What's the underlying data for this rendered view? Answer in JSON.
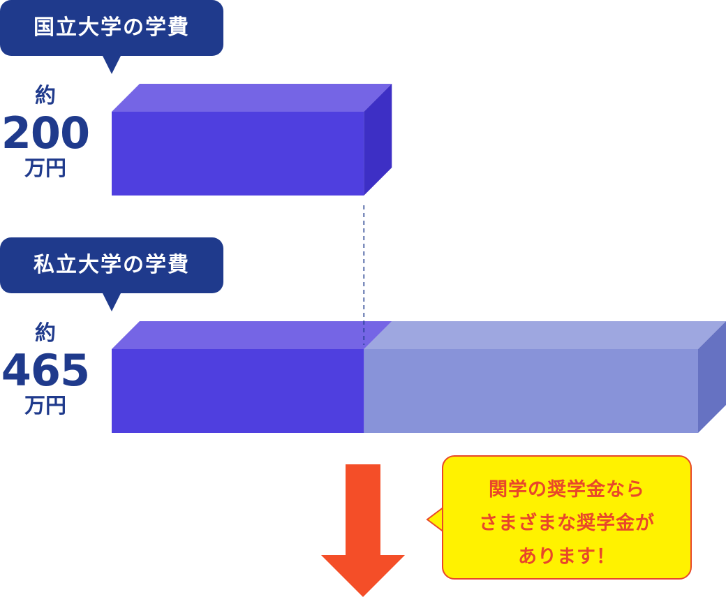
{
  "chart_data": {
    "type": "bar",
    "orientation": "horizontal",
    "categories": [
      "国立大学の学費",
      "私立大学の学費"
    ],
    "values": [
      200,
      465
    ],
    "value_prefix": "約",
    "unit": "万円",
    "xlim": [
      0,
      465
    ],
    "grid": false,
    "legend": "none",
    "baseline_reference": 200
  },
  "labels": {
    "national": {
      "tag": "国立大学の学費",
      "prefix": "約",
      "value": "200",
      "unit": "万円"
    },
    "private": {
      "tag": "私立大学の学費",
      "prefix": "約",
      "value": "465",
      "unit": "万円"
    }
  },
  "callout": {
    "lines": [
      "関学の奨学金なら",
      "さまざまな奨学金が",
      "あります！"
    ]
  },
  "colors": {
    "navy": "#1f3a8c",
    "bar_front": "#4f3fdf",
    "bar_top": "#7565e5",
    "bar_side": "#3d2fc5",
    "extra_front": "#8893d9",
    "extra_top": "#9ea7e0",
    "extra_side": "#6672c2",
    "arrow": "#f44e28",
    "callout_bg": "#fff200",
    "callout_text": "#e8472a"
  }
}
